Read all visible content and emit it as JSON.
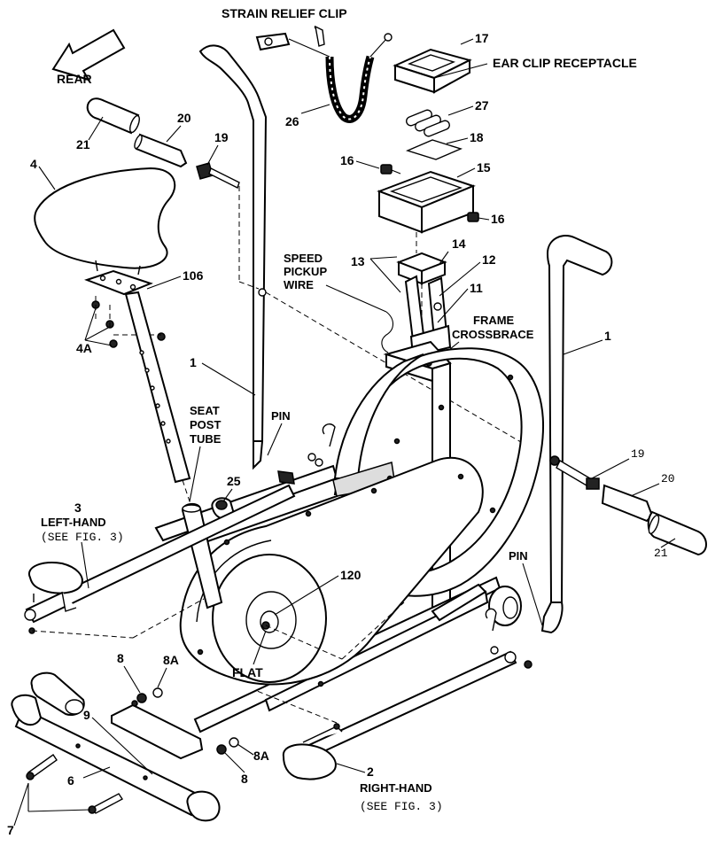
{
  "labels": {
    "strain_relief_clip": "STRAIN RELIEF CLIP",
    "ear_clip_receptacle": "EAR CLIP RECEPTACLE",
    "rear": "REAR",
    "speed_pickup_wire_1": "SPEED",
    "speed_pickup_wire_2": "PICKUP",
    "speed_pickup_wire_3": "WIRE",
    "frame_crossbrace_1": "FRAME",
    "frame_crossbrace_2": "CROSSBRACE",
    "seat_post_tube_1": "SEAT",
    "seat_post_tube_2": "POST",
    "seat_post_tube_3": "TUBE",
    "pin_left": "PIN",
    "pin_right": "PIN",
    "left_hand_1": "LEFT-HAND",
    "left_hand_2": "(SEE FIG. 3)",
    "right_hand_1": "RIGHT-HAND",
    "right_hand_2": "(SEE FIG. 3)",
    "flat": "FLAT"
  },
  "part_numbers": {
    "p17": "17",
    "p27": "27",
    "p18": "18",
    "p16a": "16",
    "p16b": "16",
    "p15": "15",
    "p26": "26",
    "p20a": "20",
    "p21a": "21",
    "p19a": "19",
    "p4": "4",
    "p106": "106",
    "p4a": "4A",
    "p1a": "1",
    "p1b": "1",
    "p14": "14",
    "p13": "13",
    "p12": "12",
    "p11": "11",
    "p25": "25",
    "p3": "3",
    "p19b": "19",
    "p20b": "20",
    "p21b": "21",
    "p120": "120",
    "p8a": "8",
    "p8aa": "8A",
    "p8b": "8",
    "p8ba": "8A",
    "p9": "9",
    "p6": "6",
    "p7": "7",
    "p2": "2"
  },
  "icons": {
    "rear_arrow": "rear-arrow-icon"
  }
}
